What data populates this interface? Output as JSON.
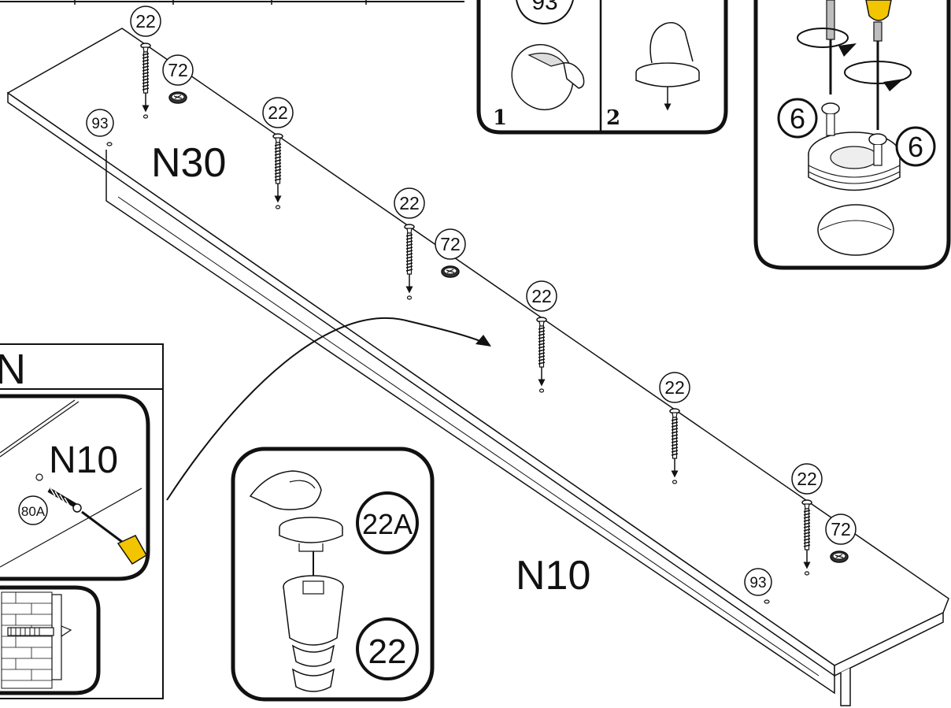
{
  "labels": {
    "shelf_n30": "N30",
    "shelf_n10": "N10",
    "inset_panel_n10": "N10",
    "inset_header": "N"
  },
  "callouts": {
    "screw": "22",
    "cam": "72",
    "cover_cap": "93",
    "anchor": "80A",
    "cap_part": "22A",
    "cam_screw": "6",
    "top_part": "93"
  },
  "steps": {
    "step1": "1",
    "step2": "2"
  },
  "colors": {
    "line": "#111111",
    "panel_fill": "#ffffff",
    "handle_yellow": "#f2c500",
    "gray": "#bdbdbd"
  },
  "icons": [
    "screw-icon",
    "cam-lock-icon",
    "finger-icon",
    "screwdriver-icon",
    "rotation-arrow-icon",
    "brick-wall-icon",
    "wall-anchor-icon"
  ]
}
